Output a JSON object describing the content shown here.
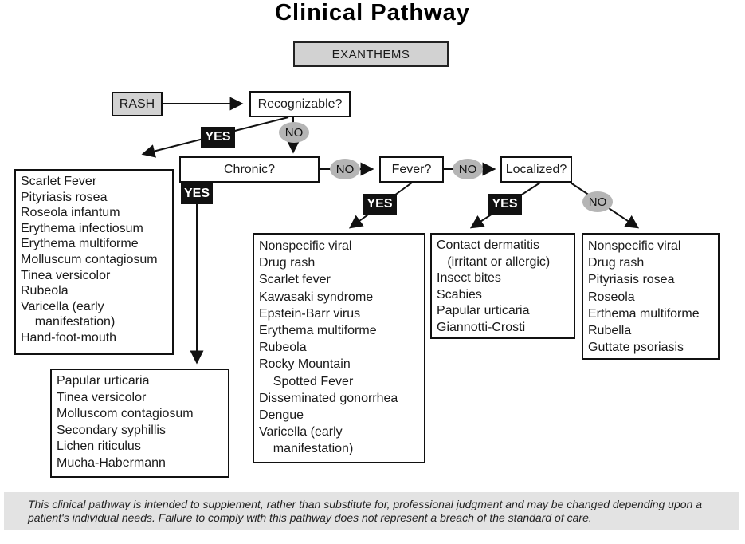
{
  "title": "Clinical Pathway",
  "banner": "EXANTHEMS",
  "labels": {
    "yes": "YES",
    "no": "NO"
  },
  "nodes": {
    "rash": "RASH",
    "recognizable": "Recognizable?",
    "chronic": "Chronic?",
    "fever": "Fever?",
    "localized": "Localized?"
  },
  "lists": {
    "recognizable_yes": [
      "Scarlet Fever",
      "Pityriasis rosea",
      "Roseola infantum",
      "Erythema infectiosum",
      "Erythema multiforme",
      "Molluscum contagiosum",
      "Tinea versicolor",
      "Rubeola",
      "Varicella (early",
      "    manifestation)",
      "Hand-foot-mouth"
    ],
    "chronic_yes": [
      "Papular urticaria",
      "Tinea versicolor",
      "Molluscom contagiosum",
      "Secondary syphillis",
      "Lichen riticulus",
      "Mucha-Habermann"
    ],
    "fever_yes": [
      "Nonspecific viral",
      "Drug rash",
      "Scarlet fever",
      "Kawasaki syndrome",
      "Epstein-Barr virus",
      "Erythema multiforme",
      "Rubeola",
      "Rocky Mountain",
      "    Spotted Fever",
      "Disseminated gonorrhea",
      "Dengue",
      "Varicella (early",
      "    manifestation)"
    ],
    "localized_yes": [
      "Contact dermatitis",
      "   (irritant or allergic)",
      "Insect bites",
      "Scabies",
      "Papular urticaria",
      "Giannotti-Crosti"
    ],
    "localized_no": [
      "Nonspecific viral",
      "Drug rash",
      "Pityriasis rosea",
      "Roseola",
      "Erthema multiforme",
      "Rubella",
      "Guttate psoriasis"
    ]
  },
  "footer": {
    "line1": "This clinical pathway is intended to supplement, rather than substitute for, professional judgment and may be changed depending upon a",
    "line2": "patient's individual needs. Failure to comply with this pathway does not represent a breach of the standard of care."
  },
  "colors": {
    "box_gray": "#d2d2d2",
    "oval_gray": "#b5b5b5",
    "tag_black": "#111111",
    "footer_gray": "#e3e3e3",
    "line_black": "#111111"
  }
}
